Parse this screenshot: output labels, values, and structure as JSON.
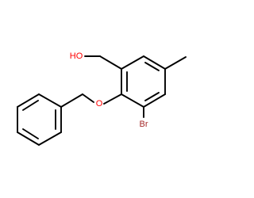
{
  "molecule": {
    "atoms": {
      "hydroxyl": "HO",
      "ether_oxygen": "O",
      "bromine": "Br"
    }
  },
  "colors": {
    "bond": "#000000",
    "oxygen": "#ff0000",
    "bromine": "#a52a2a",
    "background": "#ffffff"
  }
}
